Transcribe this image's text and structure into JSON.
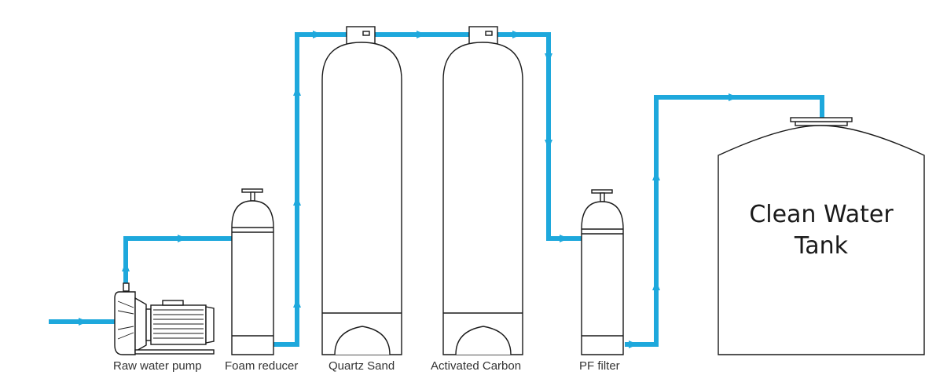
{
  "labels": {
    "pump": "Raw water pump",
    "foam": "Foam reducer",
    "quartz": "Quartz Sand",
    "carbon": "Activated Carbon",
    "pf": "PF filter",
    "tank_line1": "Clean Water",
    "tank_line2": "Tank"
  },
  "colors": {
    "pipe": "#1ea8dc",
    "outline": "#1a1a1a",
    "background": "#ffffff"
  }
}
